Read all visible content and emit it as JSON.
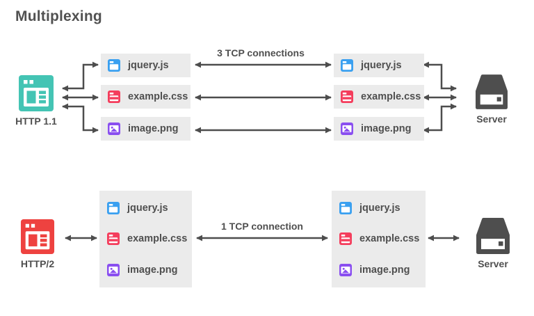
{
  "title": "Multiplexing",
  "files": [
    {
      "name": "jquery.js",
      "icon": "js-file-icon",
      "color": "#3aa0f0"
    },
    {
      "name": "example.css",
      "icon": "css-file-icon",
      "color": "#f43d5c"
    },
    {
      "name": "image.png",
      "icon": "image-file-icon",
      "color": "#8a4ff0"
    }
  ],
  "http1": {
    "client_label": "HTTP 1.1",
    "connection_label": "3 TCP connections",
    "server_label": "Server",
    "client_color": "#44c4b4",
    "connection_count": 3
  },
  "http2": {
    "client_label": "HTTP/2",
    "connection_label": "1 TCP connection",
    "server_label": "Server",
    "client_color": "#ee4240",
    "connection_count": 1
  },
  "colors": {
    "box_background": "#ebebeb",
    "arrow": "#4d4d4d",
    "server": "#4e4e4e",
    "text": "#4f4f4f"
  }
}
